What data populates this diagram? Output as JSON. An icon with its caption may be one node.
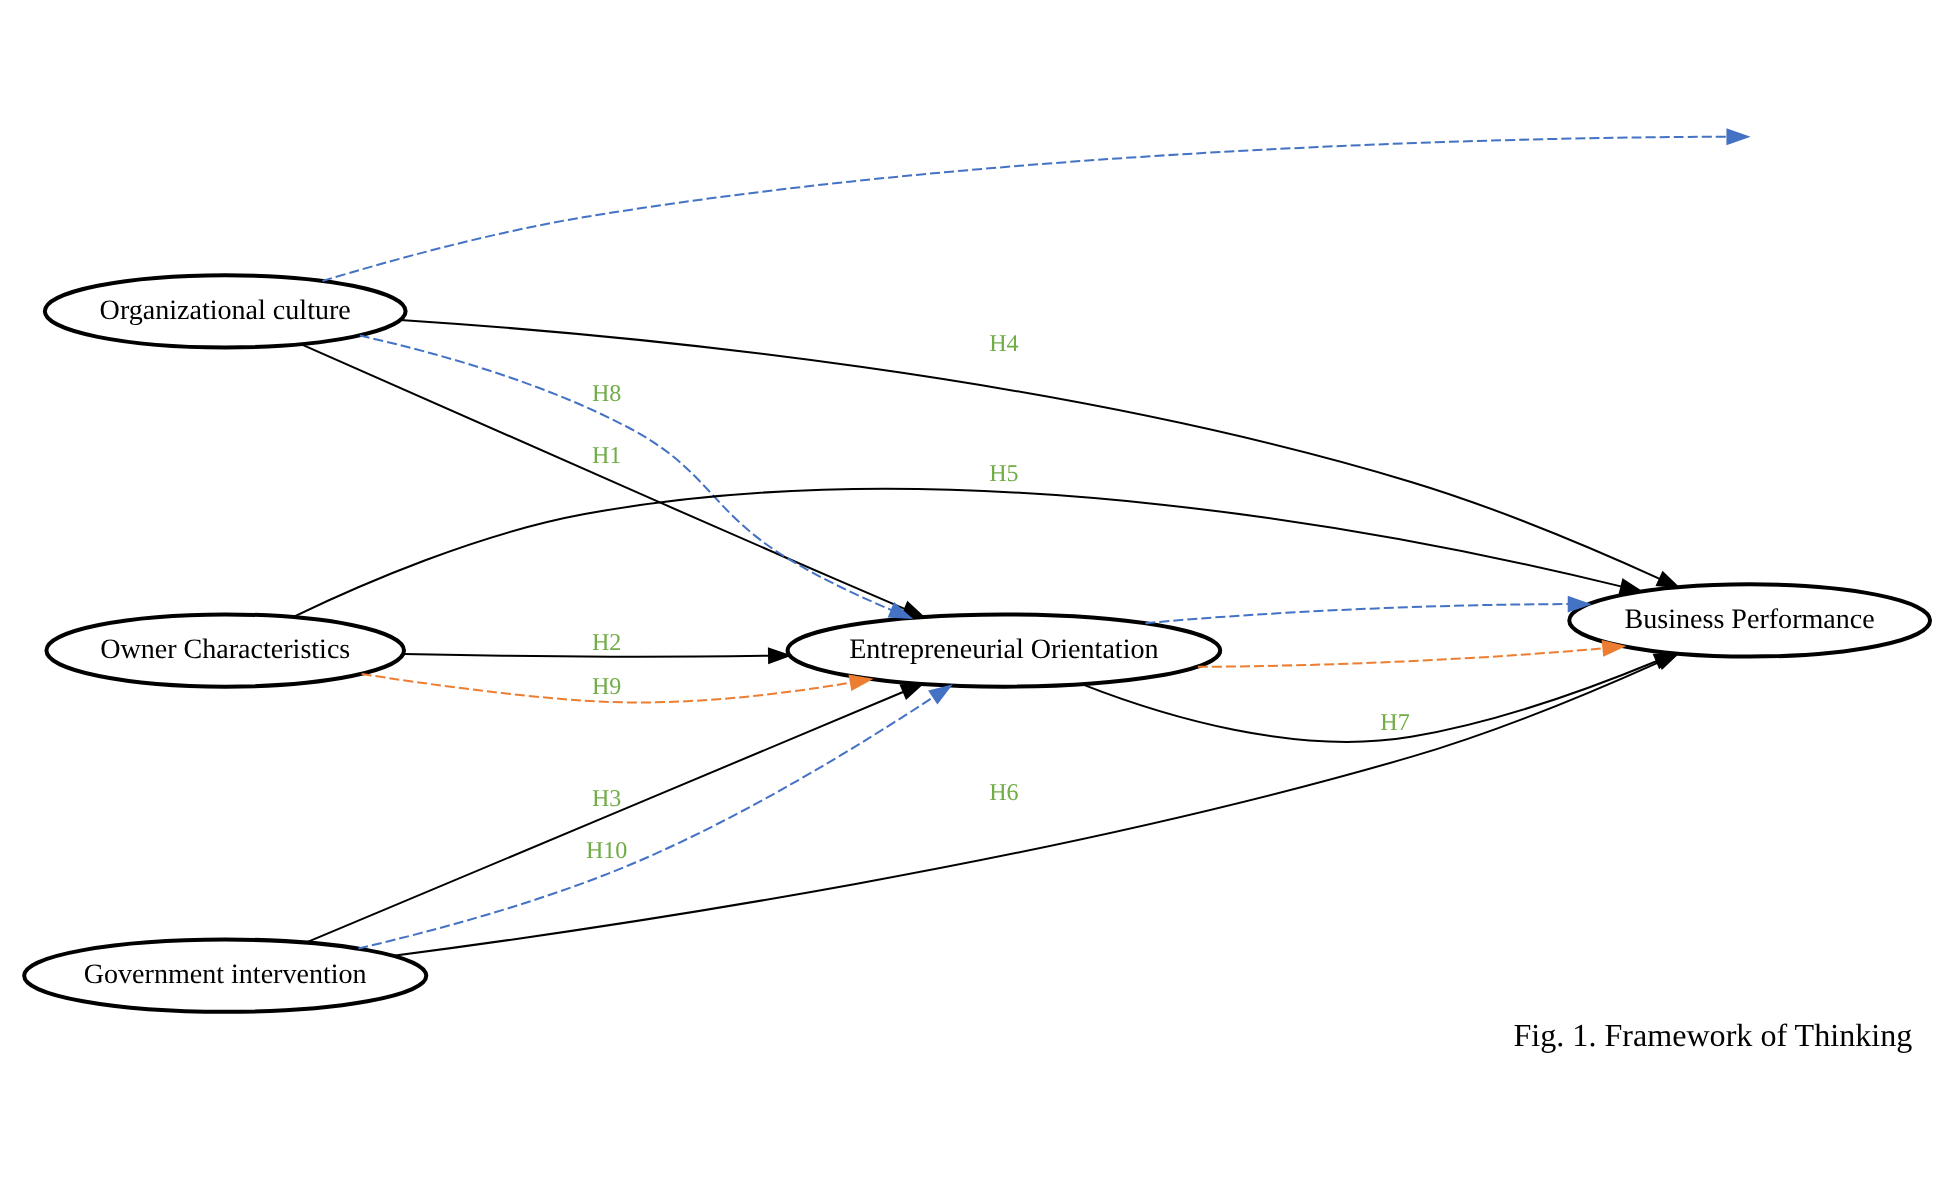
{
  "diagram": {
    "caption": "Fig. 1. Framework of Thinking",
    "nodes": [
      {
        "text": [
          "Organizational culture"
        ]
      },
      {
        "text": [
          "Owner Characteristics"
        ]
      },
      {
        "text": [
          "Entrepreneurial Orientation"
        ]
      },
      {
        "text": [
          "Business Performance"
        ]
      },
      {
        "text": [
          "Government intervention"
        ]
      }
    ],
    "edges": [
      {
        "from": 0,
        "to": 2,
        "arrow": "to",
        "label": "H1"
      },
      {
        "from": 0,
        "to": 3,
        "arrow": "to",
        "label": "H4"
      },
      {
        "from": 1,
        "to": 3,
        "arrow": "to",
        "label": "H5"
      },
      {
        "from": 1,
        "to": 2,
        "arrow": "to",
        "label": "H2"
      },
      {
        "from": 2,
        "to": 3,
        "arrow": "to",
        "label": "H7"
      },
      {
        "from": 4,
        "to": 2,
        "arrow": "to",
        "label": "H3"
      },
      {
        "from": 4,
        "to": 3,
        "arrow": "to",
        "label": "H6"
      },
      {
        "from": 0,
        "to": 2,
        "arrow": "to",
        "label": "H8",
        "style": "dashed",
        "color": "#4472c4"
      },
      {
        "from": 0,
        "to": null,
        "arrow": "to",
        "style": "dashed",
        "color": "#4472c4"
      },
      {
        "from": 1,
        "to": 2,
        "arrow": "to",
        "label": "H9",
        "style": "dashed",
        "color": "#ed7d31"
      },
      {
        "from": 4,
        "to": 2,
        "arrow": "to",
        "label": "H10",
        "style": "dashed",
        "color": "#4472c4"
      },
      {
        "from": 2,
        "to": 3,
        "arrow": "to",
        "style": "dashed",
        "color": "#ed7d31"
      },
      {
        "from": 2,
        "to": 3,
        "arrow": "to",
        "style": "dashed",
        "color": "#4472c4"
      }
    ]
  }
}
